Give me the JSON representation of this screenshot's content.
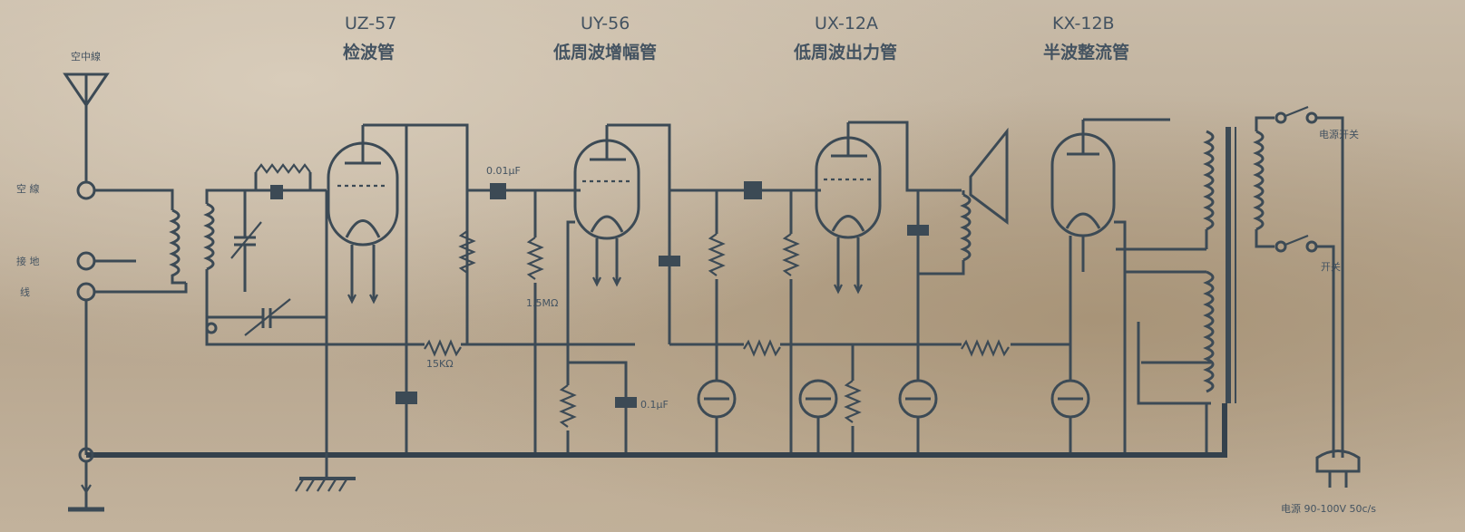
{
  "tubes": [
    {
      "type": "UZ-57",
      "role": "检波管"
    },
    {
      "type": "UY-56",
      "role": "低周波增幅管"
    },
    {
      "type": "UX-12A",
      "role": "低周波出力管"
    },
    {
      "type": "KX-12B",
      "role": "半波整流管"
    }
  ],
  "labels": {
    "antenna": "空中線",
    "terminal_antenna": "空 線",
    "terminal_ground_a": "接 地",
    "terminal_ground_b": "线",
    "switch_top": "电源开关",
    "switch_bottom": "开关",
    "power_input": "电源 90-100V 50c/s",
    "r_cathode_1": "15KΩ",
    "c_coupling_1": "0.01μF",
    "r_bias_1": "1.5MΩ",
    "c_bypass_1": "0.1μF"
  },
  "colors": {
    "paper": "#b9ab98",
    "ink": "#3c4a55"
  }
}
